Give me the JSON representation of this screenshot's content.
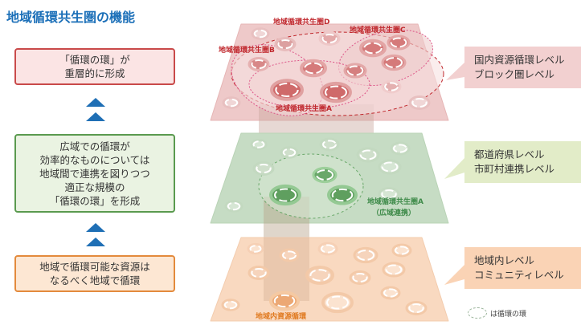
{
  "title": "地域循環共生圏の機能",
  "left_boxes": [
    {
      "lines": [
        "「循環の環」が",
        "重層的に形成"
      ]
    },
    {
      "lines": [
        "広域での循環が",
        "効率的なものについては",
        "地域間で連携を図りつつ",
        "適正な規模の",
        "「循環の環」を形成"
      ]
    },
    {
      "lines": [
        "地域で循環可能な資源は",
        "なるべく地域で循環"
      ]
    }
  ],
  "callouts": [
    {
      "lines": [
        "国内資源循環レベル",
        "ブロック圏レベル"
      ]
    },
    {
      "lines": [
        "都道府県レベル",
        "市町村連携レベル"
      ]
    },
    {
      "lines": [
        "地域内レベル",
        "コミュニティレベル"
      ]
    }
  ],
  "labels": {
    "red_d": "地域循環共生圏D",
    "red_c": "地域循環共生圏C",
    "red_b": "地域循環共生圏B",
    "red_a": "地域循環共生圏A",
    "green_a": "地域循環共生圏A",
    "green_a_sub": "（広域連携）",
    "orange": "地域内資源循環"
  },
  "legend": "は循環の環",
  "colors": {
    "title": "#1b6fb8",
    "red": "#c0282d",
    "green": "#3f8b4a",
    "orange": "#e07a20"
  }
}
